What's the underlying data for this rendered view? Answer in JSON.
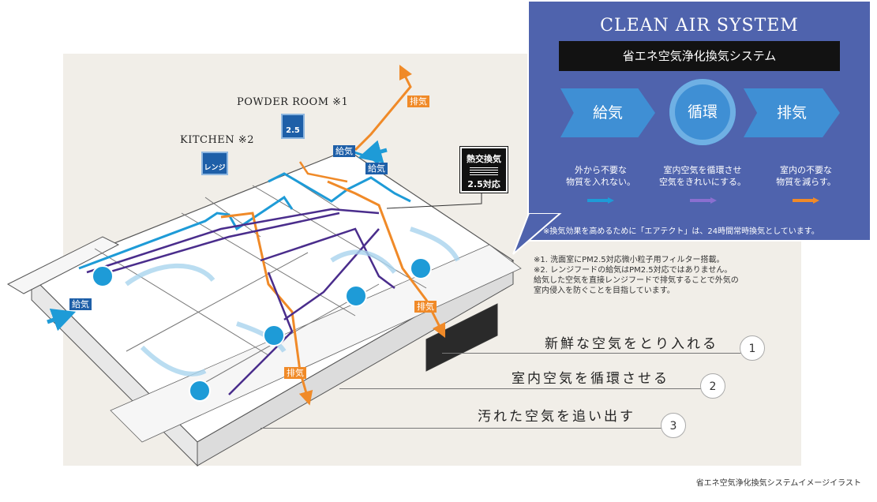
{
  "callout": {
    "title": "CLEAN AIR SYSTEM",
    "system_name": "省エネ空気浄化換気システム",
    "steps": [
      {
        "label": "給気",
        "desc_line1": "外から不要な",
        "desc_line2": "物質を入れない。"
      },
      {
        "label": "循環",
        "desc_line1": "室内空気を循環させ",
        "desc_line2": "空気をきれいにする。"
      },
      {
        "label": "排気",
        "desc_line1": "室内の不要な",
        "desc_line2": "物質を減らす。"
      }
    ],
    "note": "※換気効果を高めるために「エアテクト」は、24時間常時換気としています。"
  },
  "rooms": {
    "powder_room": "POWDER ROOM ※1",
    "kitchen": "KITCHEN ※2"
  },
  "icons": {
    "powder_filter": "2.5",
    "kitchen_range": "レンジ",
    "heat_title": "熱交換気",
    "heat_sub": "2.5対応"
  },
  "tags": {
    "supply": "給気",
    "exhaust": "排気"
  },
  "notes": {
    "line1": "※1. 洗面室にPM2.5対応微小粒子用フィルター搭載。",
    "line2": "※2. レンジフードの給気はPM2.5対応ではありません。",
    "line3": "給気した空気を直接レンジフードで排気することで外気の",
    "line4": "室内侵入を防ぐことを目指しています。"
  },
  "steps_list": [
    {
      "text": "新鮮な空気をとり入れる",
      "num": "1"
    },
    {
      "text": "室内空気を循環させる",
      "num": "2"
    },
    {
      "text": "汚れた空気を追い出す",
      "num": "3"
    }
  ],
  "caption": "省エネ空気浄化換気システムイメージイラスト",
  "colors": {
    "supply_blue": "#1e9bd7",
    "exhaust_orange": "#f08a28",
    "duct_purple": "#4a2d8c",
    "panel_blue": "#4f63ad"
  }
}
